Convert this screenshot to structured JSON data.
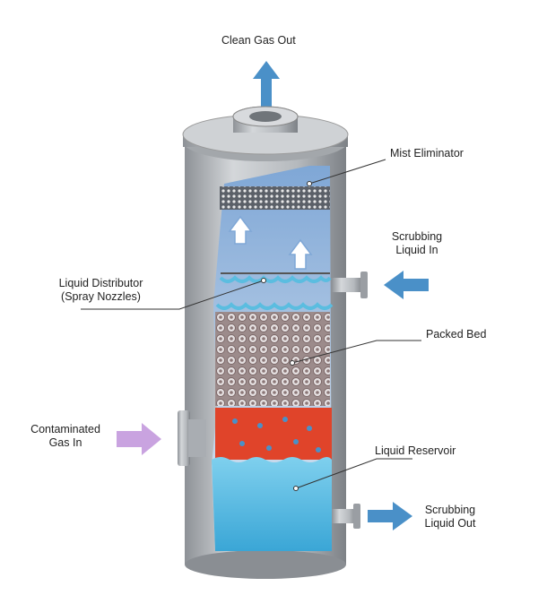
{
  "labels": {
    "clean_gas_out": "Clean Gas Out",
    "mist_eliminator": "Mist Eliminator",
    "scrubbing_liquid_in": [
      "Scrubbing",
      "Liquid In"
    ],
    "liquid_distributor": [
      "Liquid Distributor",
      "(Spray Nozzles)"
    ],
    "packed_bed": "Packed Bed",
    "contaminated_gas_in": [
      "Contaminated",
      "Gas In"
    ],
    "liquid_reservoir": "Liquid Reservoir",
    "scrubbing_liquid_out": [
      "Scrubbing",
      "Liquid Out"
    ]
  },
  "colors": {
    "shell": "#a9adb2",
    "gas_arrow": "#4a90c8",
    "contaminated_arrow": "#c9a3e0",
    "liquid": "#5bbde0",
    "hot_zone": "#e0442a",
    "packing": "#b9a3a0"
  }
}
